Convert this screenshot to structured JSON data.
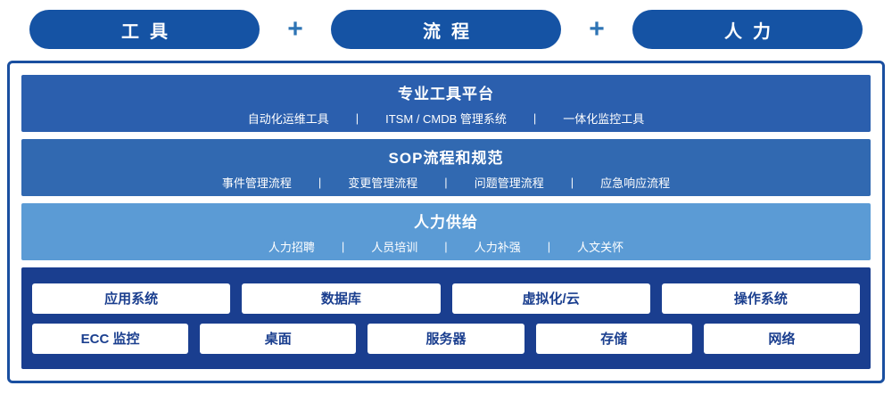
{
  "header": {
    "pills": [
      {
        "label": "工具"
      },
      {
        "label": "流程"
      },
      {
        "label": "人力"
      }
    ],
    "plus": "+"
  },
  "separator": "|",
  "bands": [
    {
      "title": "专业工具平台",
      "items": [
        "自动化运维工具",
        "ITSM / CMDB 管理系统",
        "一体化监控工具"
      ]
    },
    {
      "title": "SOP流程和规范",
      "items": [
        "事件管理流程",
        "变更管理流程",
        "问题管理流程",
        "应急响应流程"
      ]
    },
    {
      "title": "人力供给",
      "items": [
        "人力招聘",
        "人员培训",
        "人力补强",
        "人文关怀"
      ]
    }
  ],
  "infrastructure": {
    "row1": [
      "应用系统",
      "数据库",
      "虚拟化/云",
      "操作系统"
    ],
    "row2": [
      "ECC 监控",
      "桌面",
      "服务器",
      "存储",
      "网络"
    ]
  },
  "colors": {
    "pill": "#1553a4",
    "plus": "#2e74b5",
    "band1": "#2b5fae",
    "band2": "#3169b1",
    "band3": "#5b9bd5",
    "band4": "#1a3e8f",
    "border": "#1a4fa0",
    "box_text": "#1b3f8f"
  }
}
